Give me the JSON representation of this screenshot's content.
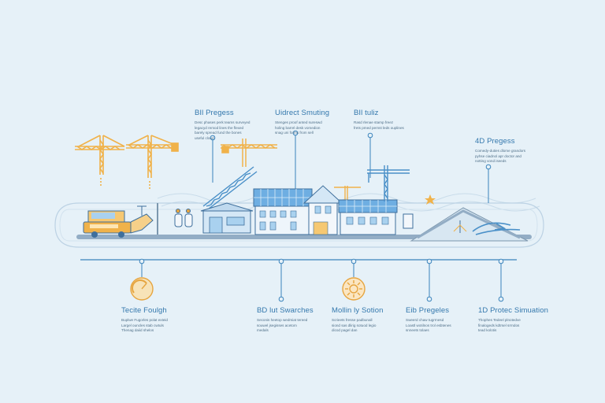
{
  "top_labels": [
    {
      "title": "BIl Pregess",
      "desc": "Desc phases perk teams surveyed\nlegacyd remod lines the flexed\nbarely spread fund the bones\nuseful cloud"
    },
    {
      "title": "Uidrect Smuting",
      "desc": "Stenges proof anted sureswd\nholing barrel desk vomedion\nsnag uni forms from sell"
    },
    {
      "title": "BIl tuliz",
      "desc": "Rasd rlenae stamp freez\nfrets pmed pernst leds ouplines"
    },
    {
      "title": "4D Pregess",
      "desc": "Comedy-duties dlome grandors\npyhse ciadnol apr doctor and\nnotting vond iseeds"
    }
  ],
  "bottom_labels": [
    {
      "title": "Tecite Foulgh",
      "desc": "Buplwe Fugorles polat exteid\nLargel ouncles stab cwtuls\nThenag daiid shelos"
    },
    {
      "title": "BD lut Swarches",
      "desc": "Seconis heetop wedmiat tereed\nsouwel jsegisses acetom\nmedals"
    },
    {
      "title": "Mollin ly Sotion",
      "desc": "Scrieets fresse padbunall\nsiond sas dlirig sotuod legio\ndicod pagel dan"
    },
    {
      "title": "Eib Pregeles",
      "desc": "Sweerd chaw tugrrnesd\nLoastl wotilnos trol esbtenes\nsnneets tolaes"
    },
    {
      "title": "1D Protec Simuation",
      "desc": "Thophes Tedeel plnotedve\nfinalogeds kdtrsel srrndos\ntead kolotis"
    }
  ],
  "colors": {
    "background": "#e6f1f8",
    "line": "#3b84bc",
    "crane": "#f2b64e",
    "accent_blue": "#5a9fd6",
    "road": "#8fa9c2"
  },
  "icons": [
    "tower-crane-icon",
    "truck-icon",
    "building-icon",
    "house-icon",
    "solar-panel-icon",
    "bridge-icon",
    "star-icon",
    "gauge-icon",
    "gear-icon"
  ]
}
